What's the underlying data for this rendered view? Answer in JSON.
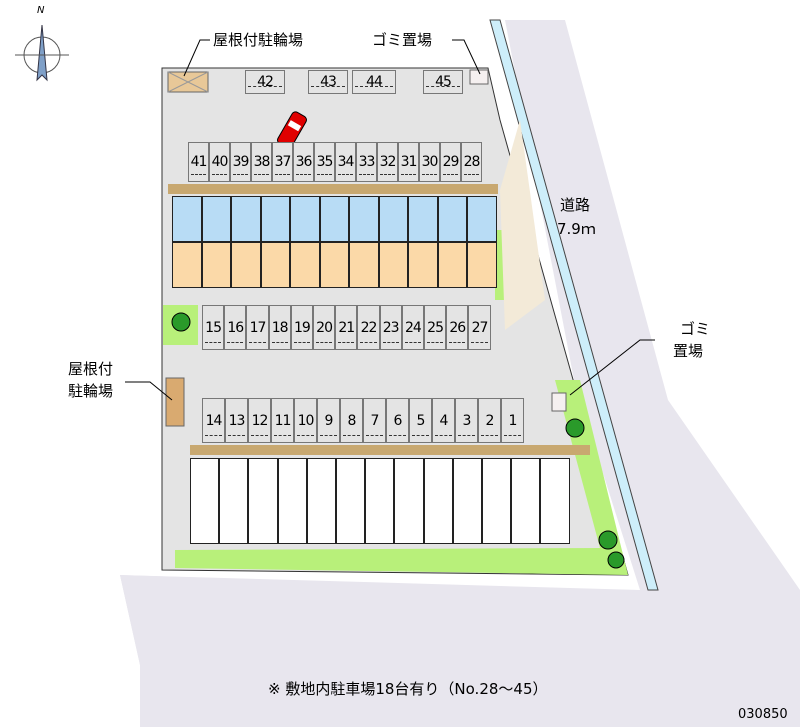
{
  "compass": {
    "north_label": "N"
  },
  "labels": {
    "bike_parking_top": "屋根付駐輪場",
    "garbage_top": "ゴミ置場",
    "road_name": "道路",
    "road_width": "7.9ｍ",
    "garbage_right_1": "ゴミ",
    "garbage_right_2": "置場",
    "bike_parking_left_1": "屋根付",
    "bike_parking_left_2": "駐輪場"
  },
  "parking": {
    "top_row": [
      "42",
      "43",
      "44",
      "45"
    ],
    "row_a": [
      "41",
      "40",
      "39",
      "38",
      "37",
      "36",
      "35",
      "34",
      "33",
      "32",
      "31",
      "30",
      "29",
      "28"
    ],
    "row_b": [
      "15",
      "16",
      "17",
      "18",
      "19",
      "20",
      "21",
      "22",
      "23",
      "24",
      "25",
      "26",
      "27"
    ],
    "row_c": [
      "14",
      "13",
      "12",
      "11",
      "10",
      "9",
      "8",
      "7",
      "6",
      "5",
      "4",
      "3",
      "2",
      "1"
    ]
  },
  "footer": {
    "note": "※ 敷地内駐車場18台有り（No.28～45）",
    "code": "030850"
  },
  "colors": {
    "lot": "#e4e4e4",
    "road": "#e8e6ee",
    "green": "#b8f07a",
    "water": "#cdeefa",
    "car": "#e00000"
  }
}
